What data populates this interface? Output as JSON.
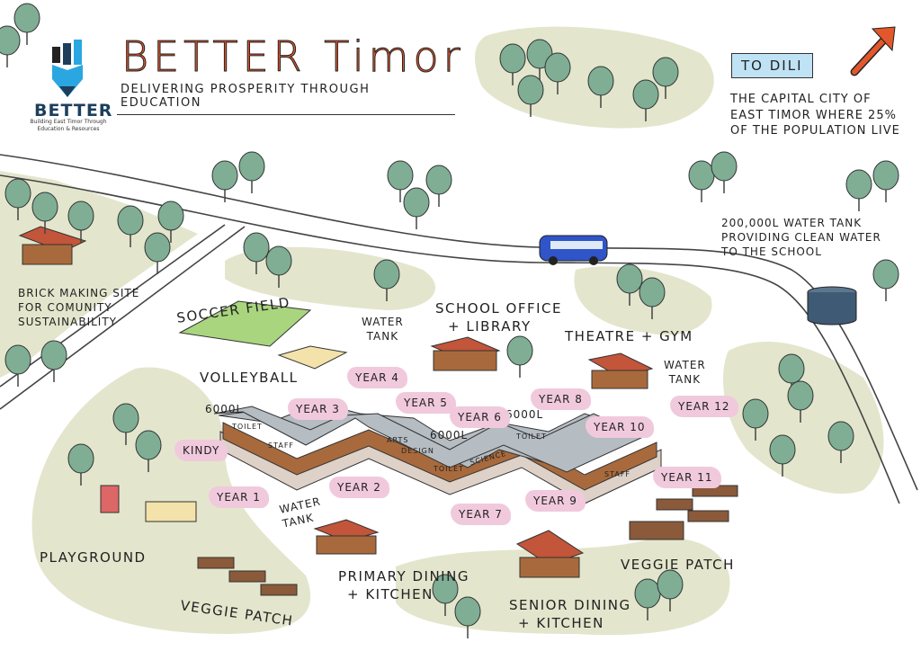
{
  "header": {
    "title": "BETTER Timor",
    "subtitle": "DELIVERING PROSPERITY  THROUGH EDUCATION",
    "logo_name": "BETTER",
    "logo_tagline": "Building East Timor Through Education & Resources"
  },
  "dili": {
    "label": "TO DILI",
    "description_lines": [
      "THE CAPITAL CITY OF",
      "EAST TIMOR WHERE 25%",
      "OF THE POPULATION LIVE"
    ]
  },
  "water_tank_note": [
    "200,000L WATER TANK",
    "PROVIDING CLEAN WATER",
    "TO THE SCHOOL"
  ],
  "places": {
    "brick": [
      "BRICK MAKING SITE",
      "FOR COMUNITY",
      "SUSTAINABILITY"
    ],
    "soccer": "SOCCER FIELD",
    "volleyball": "VOLLEYBALL",
    "water_tank_1": [
      "WATER",
      "TANK"
    ],
    "office": [
      "SCHOOL OFFICE",
      "+ LIBRARY"
    ],
    "theatre": "THEATRE + GYM",
    "water_tank_2": [
      "WATER",
      "TANK"
    ],
    "water_tank_3": [
      "WATER",
      "TANK"
    ],
    "playground": "PLAYGROUND",
    "veggie_1": "VEGGIE PATCH",
    "veggie_2": "VEGGIE PATCH",
    "primary_dining": [
      "PRIMARY DINING",
      "+ KITCHEN"
    ],
    "senior_dining": [
      "SENIOR DINING",
      "+ KITCHEN"
    ]
  },
  "tanks": [
    "6000L",
    "6000L",
    "6000L"
  ],
  "rooms": [
    "TOILET",
    "STAFF",
    "ARTS",
    "DESIGN",
    "TOILET",
    "SCIENCE",
    "TOILET",
    "STAFF"
  ],
  "years": {
    "kindy": "KINDY",
    "y1": "YEAR 1",
    "y2": "YEAR 2",
    "y3": "YEAR 3",
    "y4": "YEAR 4",
    "y5": "YEAR 5",
    "y6": "YEAR 6",
    "y7": "YEAR 7",
    "y8": "YEAR 8",
    "y9": "YEAR 9",
    "y10": "YEAR 10",
    "y11": "YEAR 11",
    "y12": "YEAR 12"
  },
  "colors": {
    "accent": "#e2572b",
    "pink": "#f1c9dc",
    "green_area": "#e3e6cc",
    "roof": "#b5bcc2",
    "wall": "#a86a3c",
    "tile_roof": "#c2553a",
    "bus": "#2f55c8"
  }
}
